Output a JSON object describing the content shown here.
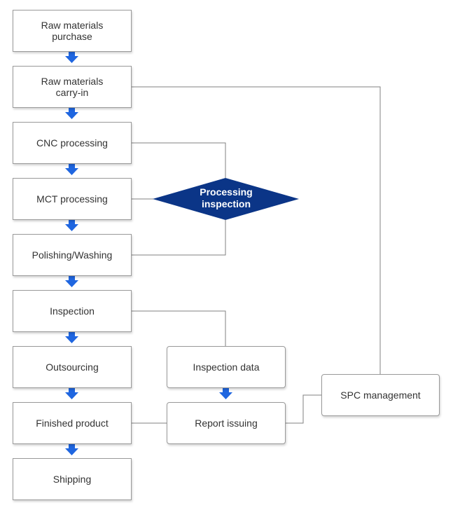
{
  "colors": {
    "arrow": "#1f66e0",
    "diamond": "#0b3587",
    "border": "#9a9a9a",
    "line": "#808080"
  },
  "process_steps": [
    "Raw materials\npurchase",
    "Raw materials\ncarry-in",
    "CNC processing",
    "MCT processing",
    "Polishing/Washing",
    "Inspection",
    "Outsourcing",
    "Finished product",
    "Shipping"
  ],
  "decision": "Processing\ninspection",
  "inspection_data": "Inspection data",
  "report_issuing": "Report issuing",
  "spc_management": "SPC management"
}
